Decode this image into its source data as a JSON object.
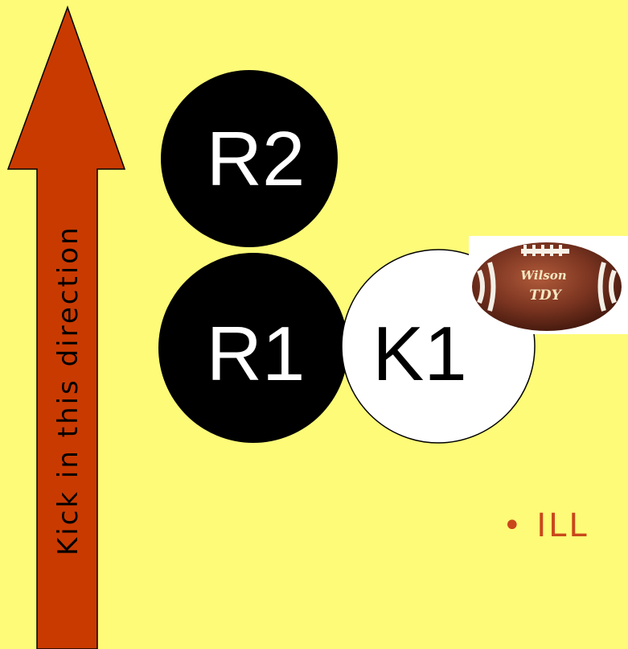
{
  "colors": {
    "background": "#fdfb78",
    "arrow_fill": "#c93a00",
    "player_dark": "#000000",
    "player_light": "#ffffff",
    "bullet_text": "#c9471b",
    "ball_brown": "#7a3420"
  },
  "arrow": {
    "label": "Kick in this direction"
  },
  "players": {
    "r2": "R2",
    "r1": "R1",
    "k1": "K1"
  },
  "ball": {
    "brand": "Wilson",
    "model": "TDY"
  },
  "bullet": {
    "marker": "•",
    "text": "ILL"
  }
}
